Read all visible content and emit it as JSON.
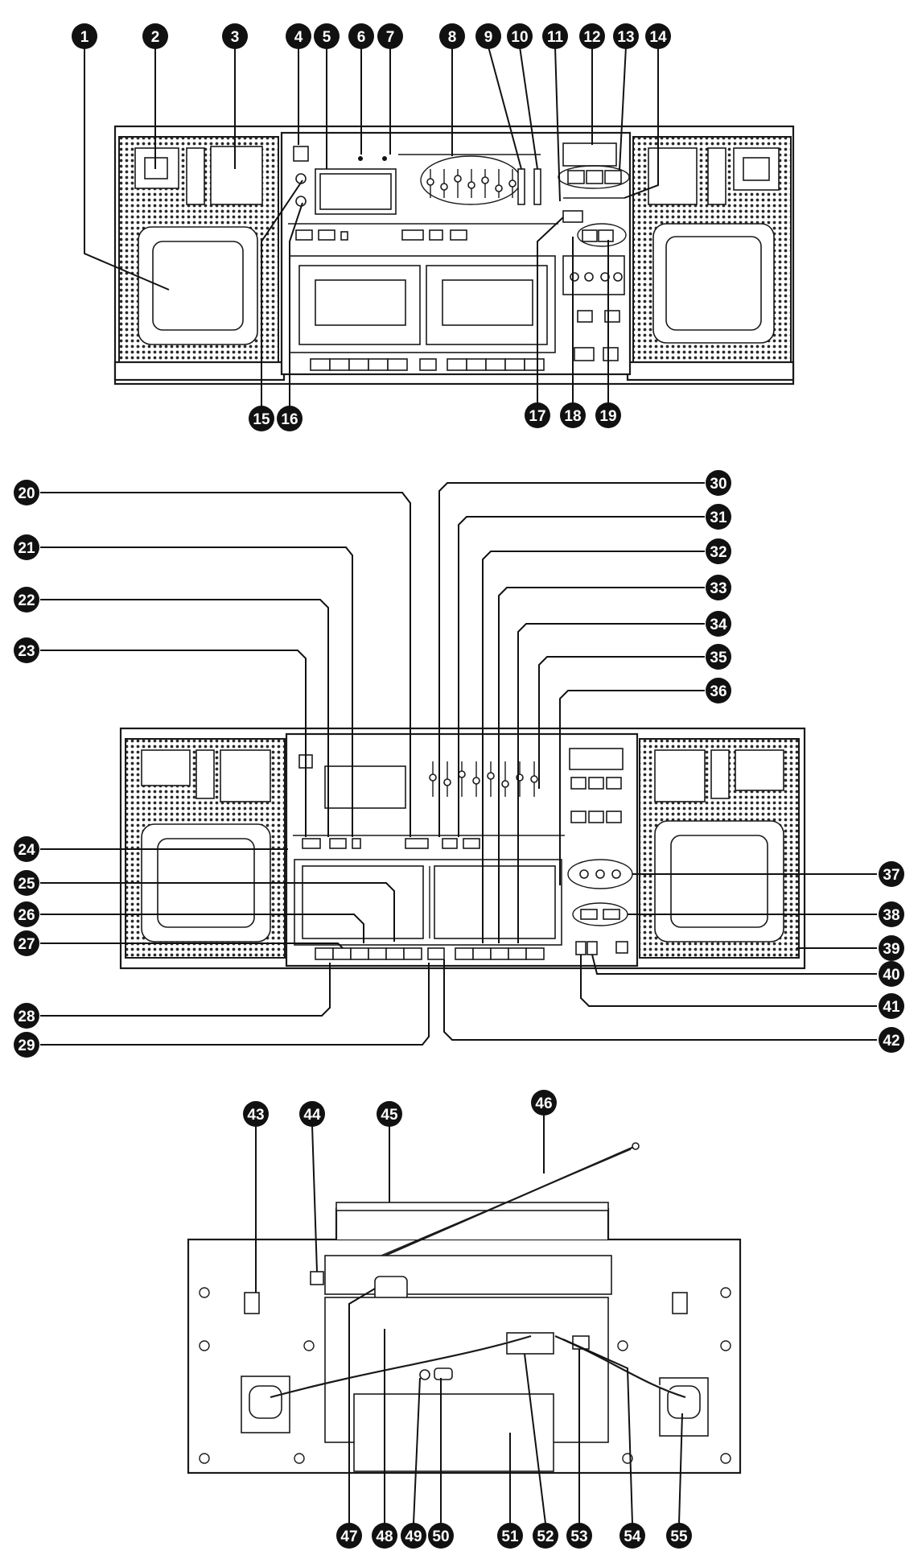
{
  "figure": {
    "views": [
      "front-top-view",
      "front-controls-view",
      "rear-view"
    ],
    "callouts": [
      "1",
      "2",
      "3",
      "4",
      "5",
      "6",
      "7",
      "8",
      "9",
      "10",
      "11",
      "12",
      "13",
      "14",
      "15",
      "16",
      "17",
      "18",
      "19",
      "20",
      "21",
      "22",
      "23",
      "24",
      "25",
      "26",
      "27",
      "28",
      "29",
      "30",
      "31",
      "32",
      "33",
      "34",
      "35",
      "36",
      "37",
      "38",
      "39",
      "40",
      "41",
      "42",
      "43",
      "44",
      "45",
      "46",
      "47",
      "48",
      "49",
      "50",
      "51",
      "52",
      "53",
      "54",
      "55"
    ]
  }
}
